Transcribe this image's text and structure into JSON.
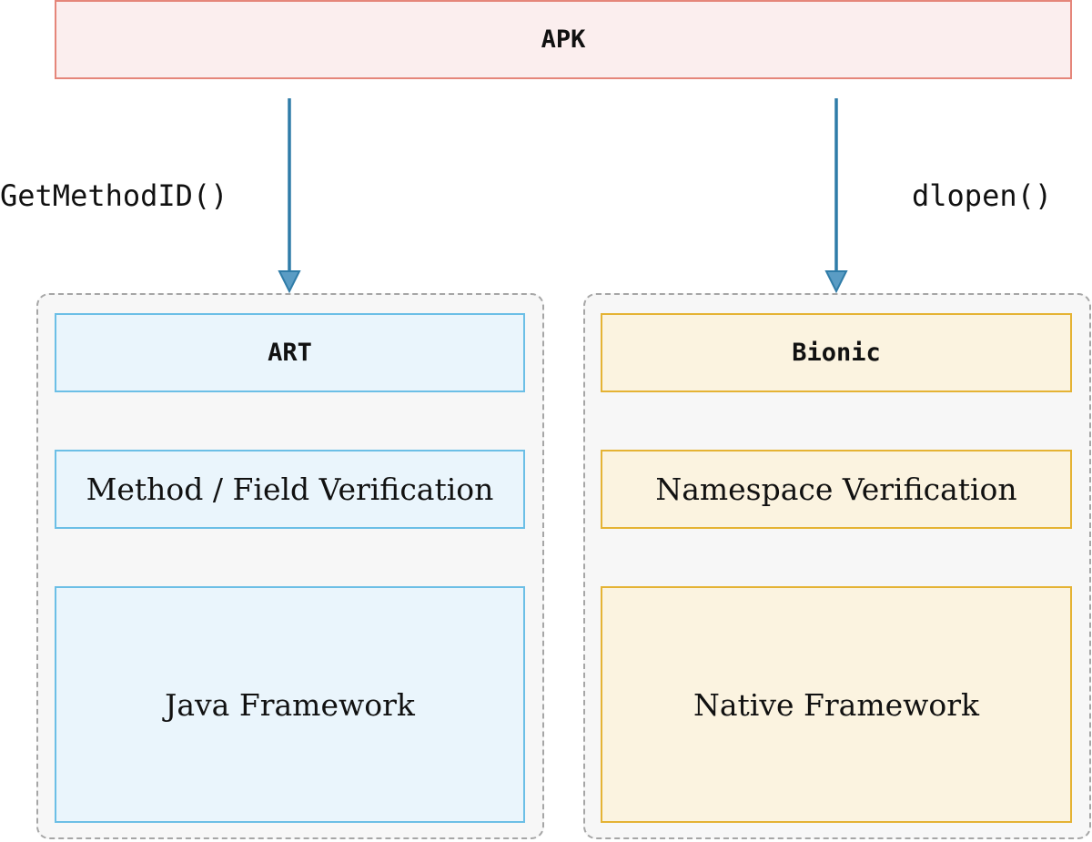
{
  "apk": {
    "label": "APK"
  },
  "left": {
    "call_label": "GetMethodID()",
    "header": "ART",
    "verification": "Method / Field Verification",
    "framework": "Java Framework"
  },
  "right": {
    "call_label": "dlopen()",
    "header": "Bionic",
    "verification": "Namespace Verification",
    "framework": "Native Framework"
  },
  "colors": {
    "apk_fill": "#fbeeee",
    "apk_border": "#e5867a",
    "blue_fill": "#eaf5fc",
    "blue_border": "#6cbfe6",
    "yellow_fill": "#fbf3e0",
    "yellow_border": "#e5b334",
    "arrow": "#2f7ca8",
    "group_border": "#a6a6a6"
  }
}
